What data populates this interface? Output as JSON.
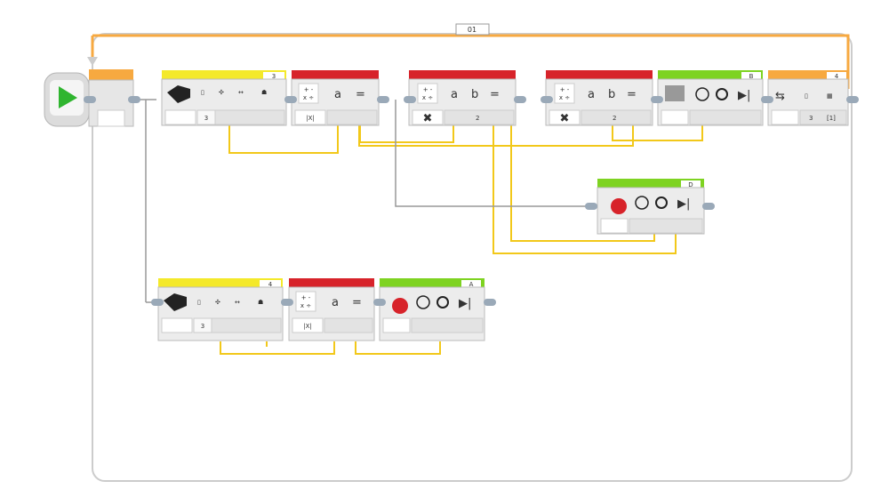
{
  "loop": {
    "label": "01",
    "colors": {
      "frame": "#cccccc",
      "arrow": "#f7a940",
      "wire": "#f2c81a"
    }
  },
  "start_block": {
    "icon": "play-icon"
  },
  "row1": {
    "sensor": {
      "port": "3",
      "input": "3"
    },
    "math_abs": {
      "mode": "|X|",
      "var_a": "a",
      "eq": "="
    },
    "math_mul_1": {
      "var_a": "a",
      "var_b": "b",
      "eq": "=",
      "input": "2"
    },
    "math_mul_2": {
      "var_a": "a",
      "var_b": "b",
      "eq": "=",
      "input": "2"
    },
    "motor_b": {
      "port": "B"
    },
    "loop_interrupt_switch": {
      "port": "4",
      "input": "3",
      "output": "[1]"
    }
  },
  "row2": {
    "motor_d": {
      "port": "D"
    }
  },
  "row3": {
    "sensor": {
      "port": "4",
      "input": "3"
    },
    "math_abs": {
      "mode": "|X|",
      "var_a": "a",
      "eq": "="
    },
    "motor_a": {
      "port": "A"
    }
  }
}
